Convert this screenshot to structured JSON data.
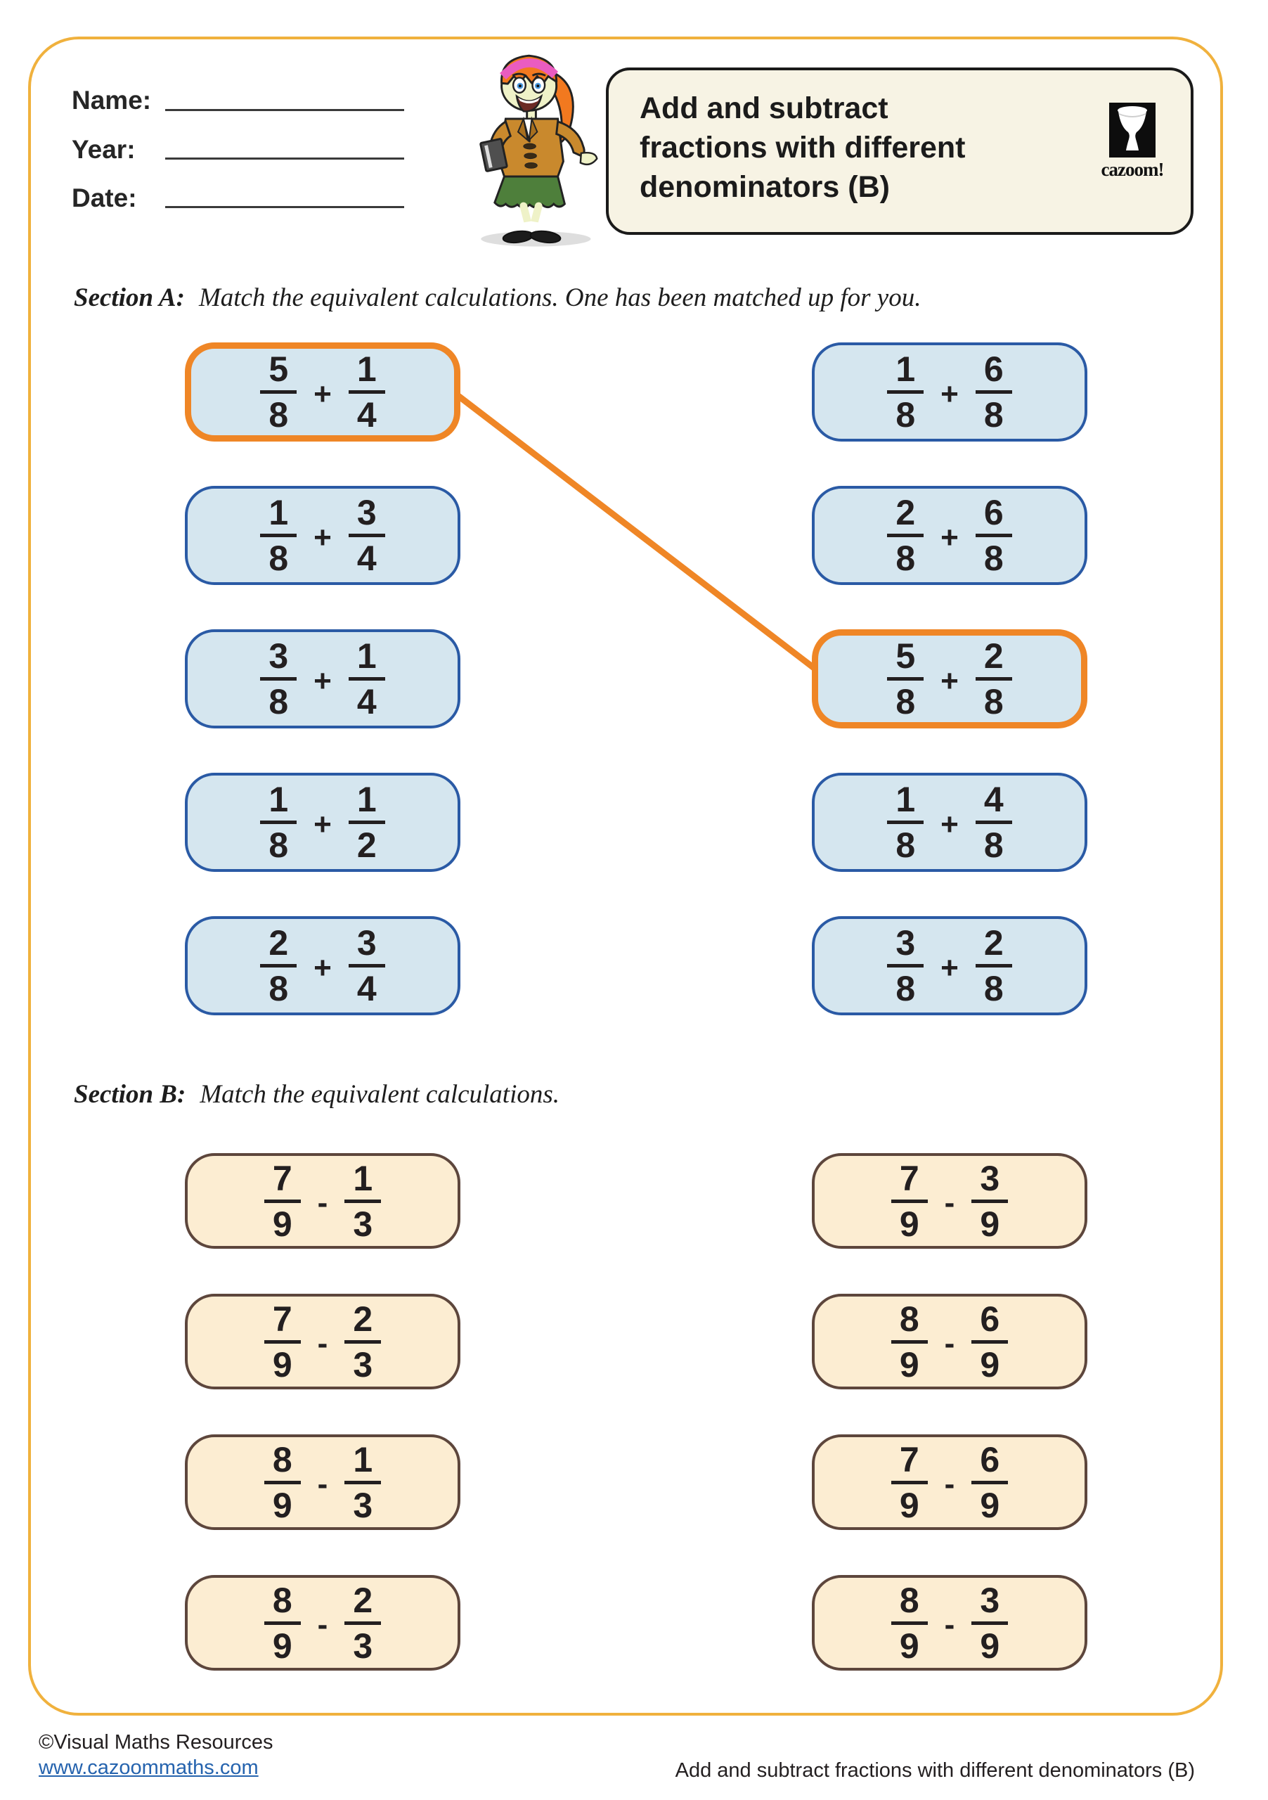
{
  "colors": {
    "gold": "#F0B13D",
    "ink": "#231F20",
    "link": "#2563AE",
    "highlight": "#EF8626"
  },
  "header": {
    "fields": [
      {
        "label": "Name:"
      },
      {
        "label": "Year:"
      },
      {
        "label": "Date:"
      }
    ],
    "title": "Add and subtract fractions with different denominators (B)",
    "title_lines": [
      "Add and subtract",
      "fractions with different",
      "denominators (B)"
    ],
    "logo": {
      "icon": "djembe-drum-icon",
      "text": "cazoom!"
    }
  },
  "sections": [
    {
      "id": "a",
      "name": "Section A:",
      "instruction": "Match the equivalent calculations. One has been matched up for you.",
      "theme": {
        "fill": "#D5E6EF",
        "border": "#2A5AA5"
      },
      "left": [
        {
          "n1": "5",
          "d1": "8",
          "op": "+",
          "n2": "1",
          "d2": "4",
          "highlighted": true
        },
        {
          "n1": "1",
          "d1": "8",
          "op": "+",
          "n2": "3",
          "d2": "4"
        },
        {
          "n1": "3",
          "d1": "8",
          "op": "+",
          "n2": "1",
          "d2": "4"
        },
        {
          "n1": "1",
          "d1": "8",
          "op": "+",
          "n2": "1",
          "d2": "2"
        },
        {
          "n1": "2",
          "d1": "8",
          "op": "+",
          "n2": "3",
          "d2": "4"
        }
      ],
      "right": [
        {
          "n1": "1",
          "d1": "8",
          "op": "+",
          "n2": "6",
          "d2": "8"
        },
        {
          "n1": "2",
          "d1": "8",
          "op": "+",
          "n2": "6",
          "d2": "8"
        },
        {
          "n1": "5",
          "d1": "8",
          "op": "+",
          "n2": "2",
          "d2": "8",
          "highlighted": true
        },
        {
          "n1": "1",
          "d1": "8",
          "op": "+",
          "n2": "4",
          "d2": "8"
        },
        {
          "n1": "3",
          "d1": "8",
          "op": "+",
          "n2": "2",
          "d2": "8"
        }
      ]
    },
    {
      "id": "b",
      "name": "Section B:",
      "instruction": "Match the equivalent calculations.",
      "theme": {
        "fill": "#FCEDD2",
        "border": "#5D463C"
      },
      "left": [
        {
          "n1": "7",
          "d1": "9",
          "op": "-",
          "n2": "1",
          "d2": "3"
        },
        {
          "n1": "7",
          "d1": "9",
          "op": "-",
          "n2": "2",
          "d2": "3"
        },
        {
          "n1": "8",
          "d1": "9",
          "op": "-",
          "n2": "1",
          "d2": "3"
        },
        {
          "n1": "8",
          "d1": "9",
          "op": "-",
          "n2": "2",
          "d2": "3"
        }
      ],
      "right": [
        {
          "n1": "7",
          "d1": "9",
          "op": "-",
          "n2": "3",
          "d2": "9"
        },
        {
          "n1": "8",
          "d1": "9",
          "op": "-",
          "n2": "6",
          "d2": "9"
        },
        {
          "n1": "7",
          "d1": "9",
          "op": "-",
          "n2": "6",
          "d2": "9"
        },
        {
          "n1": "8",
          "d1": "9",
          "op": "-",
          "n2": "3",
          "d2": "9"
        }
      ]
    }
  ],
  "match_example": {
    "from": "section-a-left-box-1",
    "to": "section-a-right-box-3",
    "color": "#EF8626"
  },
  "footer": {
    "copyright": "©Visual Maths Resources",
    "link": "www.cazoommaths.com",
    "doc_title": "Add and subtract fractions with different denominators (B)"
  }
}
